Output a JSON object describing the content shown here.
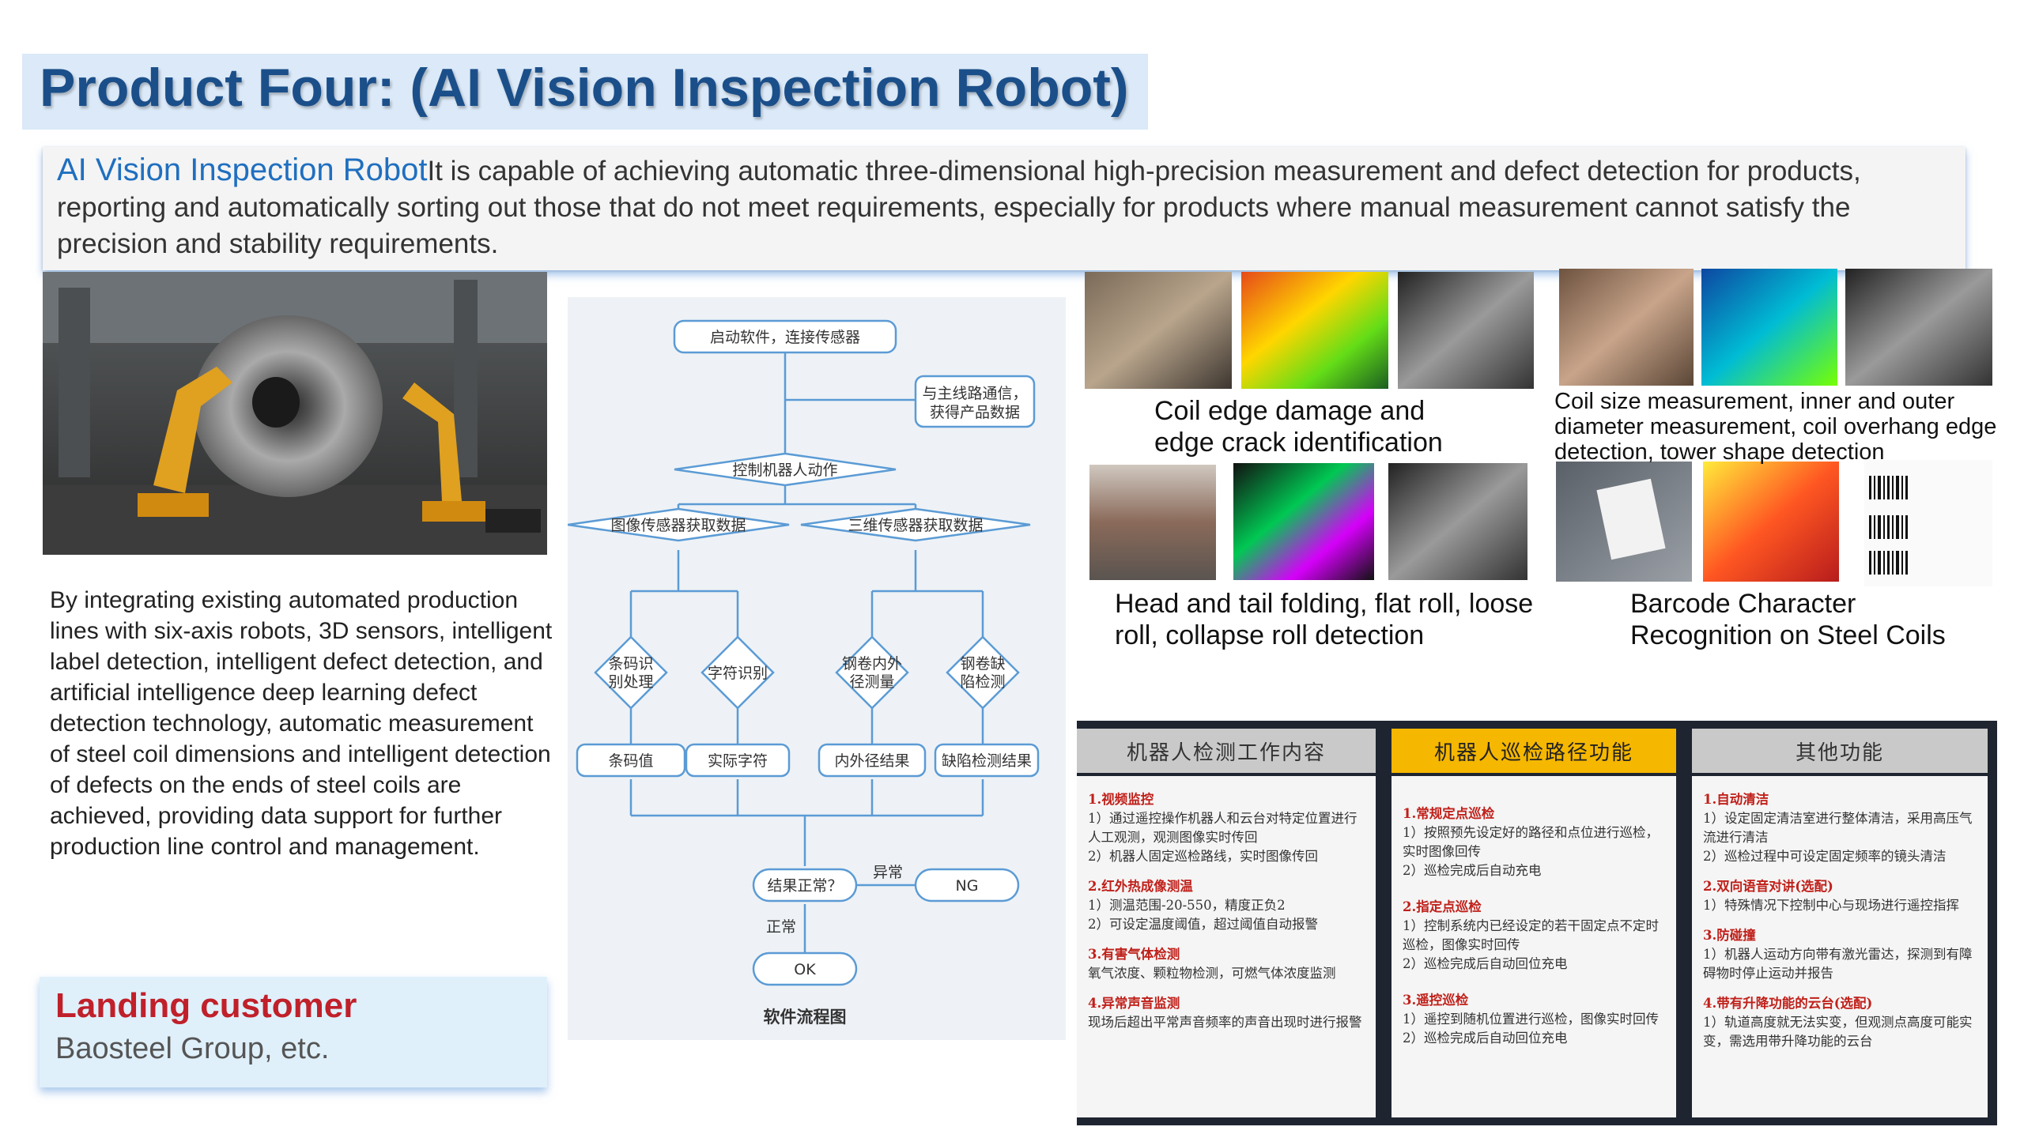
{
  "title": "Product Four: (AI Vision Inspection Robot)",
  "intro": {
    "head": "AI Vision Inspection Robot",
    "body": "It is capable of achieving automatic three-dimensional high-precision measurement and defect detection for products, reporting and automatically sorting out those that do not meet requirements, especially for products where manual measurement cannot satisfy the precision and stability requirements."
  },
  "description": "By integrating existing automated production lines with six-axis robots, 3D sensors, intelligent label detection, intelligent defect detection, and artificial intelligence deep learning defect detection technology, automatic measurement of steel coil dimensions and intelligent detection of defects on the ends of steel coils are achieved, providing data support for further production line control and management.",
  "landing": {
    "title": "Landing customer",
    "subtitle": "Baosteel Group, etc."
  },
  "flowchart": {
    "start": "启动软件，连接传感器",
    "comm": "与主线路通信，获得产品数据",
    "robot": "控制机器人动作",
    "image_sensor": "图像传感器获取数据",
    "sensor_3d": "三维传感器获取数据",
    "barcode": "条码识别处理",
    "char_rec": "字符识别",
    "diameter": "钢卷内外径测量",
    "defect": "钢卷缺陷检测",
    "barcode_val": "条码值",
    "char_val": "实际字符",
    "diameter_res": "内外径结果",
    "defect_res": "缺陷检测结果",
    "decision": "结果正常？",
    "abnormal": "异常",
    "ng": "NG",
    "normal": "正常",
    "ok": "OK",
    "caption": "软件流程图"
  },
  "captions": {
    "edge": "Coil edge damage and edge crack identification",
    "size": "Coil size measurement, inner and outer diameter measurement, coil overhang edge detection, tower shape detection",
    "folding": "Head and tail folding, flat roll, loose roll, collapse roll detection",
    "barcode": "Barcode Character Recognition on Steel Coils"
  },
  "table": {
    "columns": [
      {
        "header": "机器人检测工作内容",
        "sections": [
          {
            "title": "1.视频监控",
            "lines": [
              "1）通过遥控操作机器人和云台对特定位置进行人工观测，观测图像实时传回",
              "2）机器人固定巡检路线，实时图像传回"
            ]
          },
          {
            "title": "2.红外热成像测温",
            "lines": [
              "1）测温范围-20-550，精度正负2",
              "2）可设定温度阈值，超过阈值自动报警"
            ]
          },
          {
            "title": "3.有害气体检测",
            "lines": [
              "氧气浓度、颗粒物检测，可燃气体浓度监测"
            ]
          },
          {
            "title": "4.异常声音监测",
            "lines": [
              "现场后超出平常声音频率的声音出现时进行报警"
            ]
          }
        ]
      },
      {
        "header": "机器人巡检路径功能",
        "sections": [
          {
            "title": "1.常规定点巡检",
            "lines": [
              "1）按照预先设定好的路径和点位进行巡检，实时图像回传",
              "2）巡检完成后自动充电"
            ]
          },
          {
            "title": "2.指定点巡检",
            "lines": [
              "1）控制系统内已经设定的若干固定点不定时巡检，图像实时回传",
              "2）巡检完成后自动回位充电"
            ]
          },
          {
            "title": "3.遥控巡检",
            "lines": [
              "1）遥控到随机位置进行巡检，图像实时回传",
              "2）巡检完成后自动回位充电"
            ]
          }
        ]
      },
      {
        "header": "其他功能",
        "sections": [
          {
            "title": "1.自动清洁",
            "lines": [
              "1）设定固定清洁室进行整体清洁，采用高压气流进行清洁",
              "2）巡检过程中可设定固定频率的镜头清洁"
            ]
          },
          {
            "title": "2.双向语音对讲(选配)",
            "lines": [
              "1）特殊情况下控制中心与现场进行遥控指挥"
            ]
          },
          {
            "title": "3.防碰撞",
            "lines": [
              "1）机器人运动方向带有激光雷达，探测到有障碍物时停止运动并报告"
            ]
          },
          {
            "title": "4.带有升降功能的云台(选配)",
            "lines": [
              "1）轨道高度就无法实变，但观测点高度可能实变，需选用带升降功能的云台"
            ]
          }
        ]
      }
    ]
  },
  "colors": {
    "title_blue": "#1b4f8a",
    "intro_blue": "#1f6fc0",
    "landing_red": "#c0202a",
    "table_highlight": "#f5b700"
  }
}
